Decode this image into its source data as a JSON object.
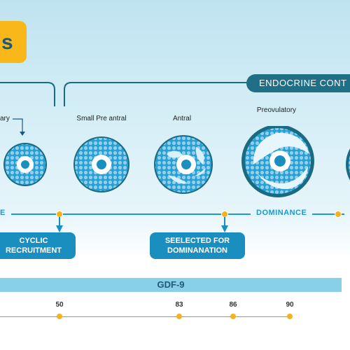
{
  "title_badge": {
    "text": "s"
  },
  "endocrine_label": "ENDOCRINE CONT",
  "stages": [
    {
      "label": "ary"
    },
    {
      "label": "Small Pre antral"
    },
    {
      "label": "Antral"
    },
    {
      "label": "Preovulatory"
    }
  ],
  "phase_tags": {
    "left": "E",
    "dominance": "DOMINANCE"
  },
  "callouts": {
    "cyclic": [
      "CYCLIC",
      "RECRUITMENT"
    ],
    "selected": [
      "SEELECTED FOR",
      "DOMINANATION"
    ]
  },
  "gdf_bar": "GDF-9",
  "timeline": {
    "ticks": [
      "50",
      "83",
      "86",
      "90"
    ]
  },
  "colors": {
    "accent_blue": "#1a9bcd",
    "dark_teal": "#1f6f86",
    "orange": "#f7b21a",
    "light_blue": "#88cfe9"
  }
}
